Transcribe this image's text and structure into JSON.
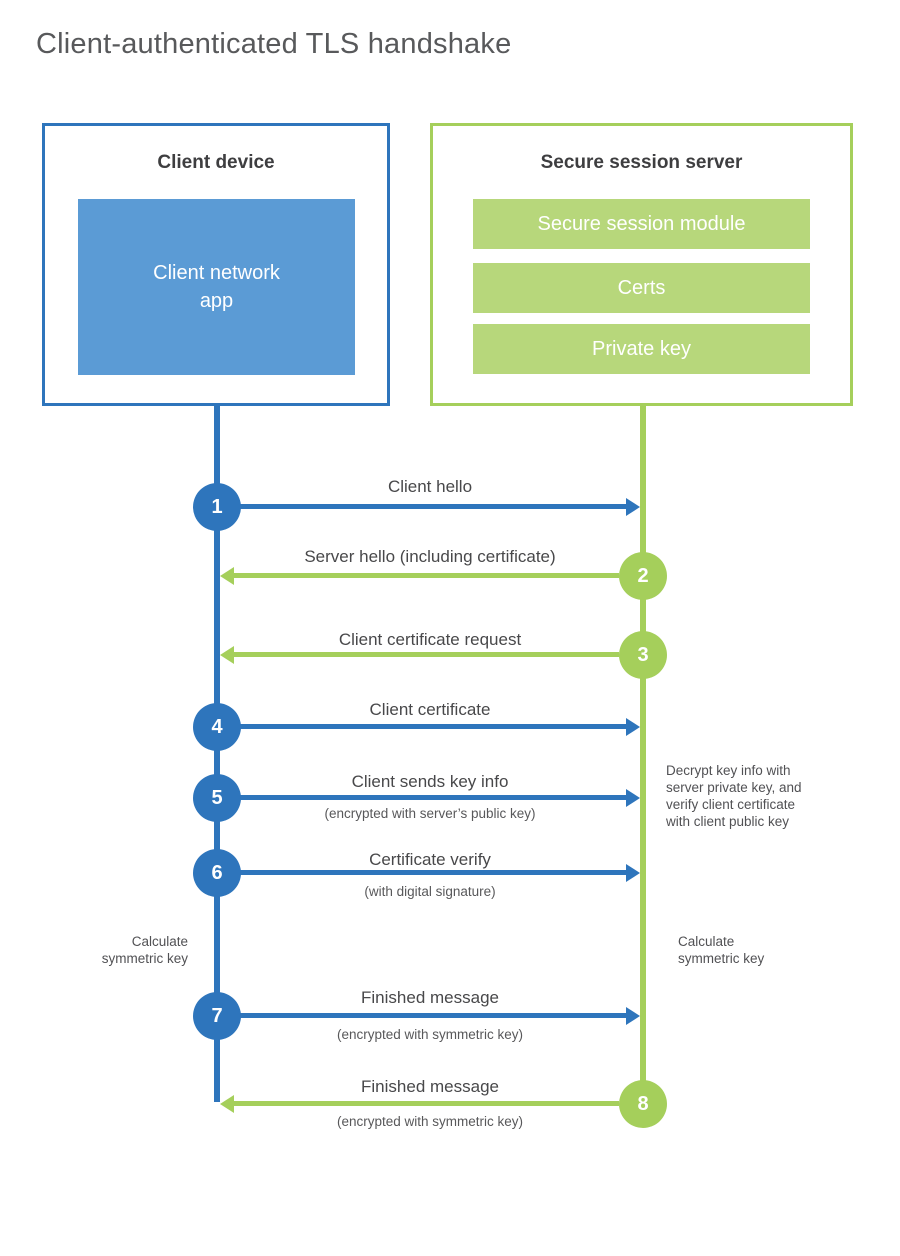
{
  "title": "Client-authenticated TLS handshake",
  "colors": {
    "blue_accent": "#2E75BC",
    "blue_fill": "#5B9BD5",
    "green_accent": "#A5CF5B",
    "green_fill": "#B7D77B"
  },
  "client": {
    "title": "Client device",
    "module": "Client network\napp"
  },
  "server": {
    "title": "Secure session server",
    "modules": [
      "Secure session module",
      "Certs",
      "Private key"
    ]
  },
  "steps": [
    {
      "num": "1",
      "from": "client",
      "label": "Client hello"
    },
    {
      "num": "2",
      "from": "server",
      "label": "Server hello (including certificate)"
    },
    {
      "num": "3",
      "from": "server",
      "label": "Client certificate request"
    },
    {
      "num": "4",
      "from": "client",
      "label": "Client certificate"
    },
    {
      "num": "5",
      "from": "client",
      "label": "Client sends key info",
      "sub": "(encrypted with server’s public key)"
    },
    {
      "num": "6",
      "from": "client",
      "label": "Certificate verify",
      "sub": "(with digital signature)"
    },
    {
      "num": "7",
      "from": "client",
      "label": "Finished message",
      "sub": "(encrypted with symmetric key)"
    },
    {
      "num": "8",
      "from": "server",
      "label": "Finished message",
      "sub": "(encrypted with symmetric key)"
    }
  ],
  "notes": {
    "server_decrypt": "Decrypt key info with\nserver private key, and\nverify client certificate\nwith client public key",
    "client_calc": "Calculate\nsymmetric key",
    "server_calc": "Calculate\nsymmetric key"
  }
}
